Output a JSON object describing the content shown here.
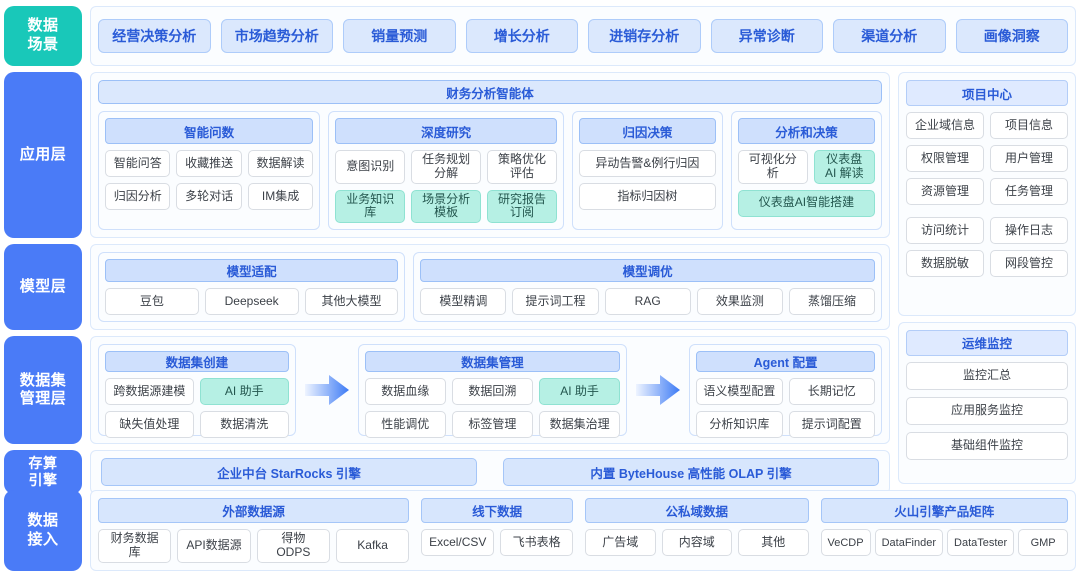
{
  "layers": {
    "scenario": "数据\n场景",
    "application": "应用层",
    "model": "模型层",
    "dataset": "数据集\n管理层",
    "engine": "存算\n引擎",
    "ingest": "数据\n接入"
  },
  "scenarios": [
    "经营决策分析",
    "市场趋势分析",
    "销量预测",
    "增长分析",
    "进销存分析",
    "异常诊断",
    "渠道分析",
    "画像洞察"
  ],
  "application": {
    "banner": "财务分析智能体",
    "groups": [
      {
        "title": "智能问数",
        "tiles": [
          {
            "label": "智能问答",
            "style": "plain"
          },
          {
            "label": "收藏推送",
            "style": "plain"
          },
          {
            "label": "数据解读",
            "style": "plain"
          },
          {
            "label": "归因分析",
            "style": "plain"
          },
          {
            "label": "多轮对话",
            "style": "plain"
          },
          {
            "label": "IM集成",
            "style": "plain"
          }
        ]
      },
      {
        "title": "深度研究",
        "tiles": [
          {
            "label": "意图识别",
            "style": "plain"
          },
          {
            "label": "任务规划分解",
            "style": "plain"
          },
          {
            "label": "策略优化评估",
            "style": "plain"
          },
          {
            "label": "业务知识库",
            "style": "mint"
          },
          {
            "label": "场景分析模板",
            "style": "mint"
          },
          {
            "label": "研究报告订阅",
            "style": "mint"
          }
        ]
      },
      {
        "title": "归因决策",
        "tiles": [
          {
            "label": "异动告警&例行归因",
            "style": "plain"
          },
          {
            "label": "指标归因树",
            "style": "plain"
          }
        ]
      },
      {
        "title": "分析和决策",
        "tiles": [
          {
            "label": "可视化分析",
            "style": "plain"
          },
          {
            "label": "仪表盘\nAI 解读",
            "style": "mint"
          },
          {
            "label": "仪表盘AI智能搭建",
            "style": "mint"
          }
        ]
      }
    ]
  },
  "model": {
    "groups": [
      {
        "title": "模型适配",
        "tiles": [
          "豆包",
          "Deepseek",
          "其他大模型"
        ]
      },
      {
        "title": "模型调优",
        "tiles": [
          "模型精调",
          "提示词工程",
          "RAG",
          "效果监测",
          "蒸馏压缩"
        ]
      }
    ]
  },
  "dataset": {
    "groups": [
      {
        "title": "数据集创建",
        "tiles": [
          {
            "label": "跨数据源建模",
            "style": "plain"
          },
          {
            "label": "AI 助手",
            "style": "mint"
          },
          {
            "label": "缺失值处理",
            "style": "plain"
          },
          {
            "label": "数据清洗",
            "style": "plain"
          }
        ]
      },
      {
        "title": "数据集管理",
        "tiles": [
          {
            "label": "数据血缘",
            "style": "plain"
          },
          {
            "label": "数据回溯",
            "style": "plain"
          },
          {
            "label": "AI 助手",
            "style": "mint"
          },
          {
            "label": "性能调优",
            "style": "plain"
          },
          {
            "label": "标签管理",
            "style": "plain"
          },
          {
            "label": "数据集治理",
            "style": "plain"
          }
        ]
      },
      {
        "title": "Agent 配置",
        "tiles": [
          {
            "label": "语义模型配置",
            "style": "plain"
          },
          {
            "label": "长期记忆",
            "style": "plain"
          },
          {
            "label": "分析知识库",
            "style": "plain"
          },
          {
            "label": "提示词配置",
            "style": "plain"
          }
        ]
      }
    ]
  },
  "engines": [
    "企业中台 StarRocks 引擎",
    "内置 ByteHouse 高性能 OLAP 引擎"
  ],
  "ingest": {
    "groups": [
      {
        "title": "外部数据源",
        "tiles": [
          "财务数据库",
          "API数据源",
          "得物 ODPS",
          "Kafka"
        ]
      },
      {
        "title": "线下数据",
        "tiles": [
          "Excel/CSV",
          "飞书表格"
        ]
      },
      {
        "title": "公私域数据",
        "tiles": [
          "广告域",
          "内容域",
          "其他"
        ]
      },
      {
        "title": "火山引擎产品矩阵",
        "tiles": [
          "VeCDP",
          "DataFinder",
          "DataTester",
          "GMP"
        ]
      }
    ]
  },
  "sidebar": {
    "project_center": {
      "title": "项目中心",
      "tiles": [
        "企业域信息",
        "项目信息",
        "权限管理",
        "用户管理",
        "资源管理",
        "任务管理",
        "访问统计",
        "操作日志",
        "数据脱敏",
        "网段管控"
      ]
    },
    "ops_monitor": {
      "title": "运维监控",
      "tiles": [
        "监控汇总",
        "应用服务监控",
        "基础组件监控"
      ]
    }
  },
  "colors": {
    "teal": "#19c8b9",
    "blue": "#4a7bf7",
    "title_blue": "#2a5bd7",
    "mint": "#b6f0e4"
  }
}
